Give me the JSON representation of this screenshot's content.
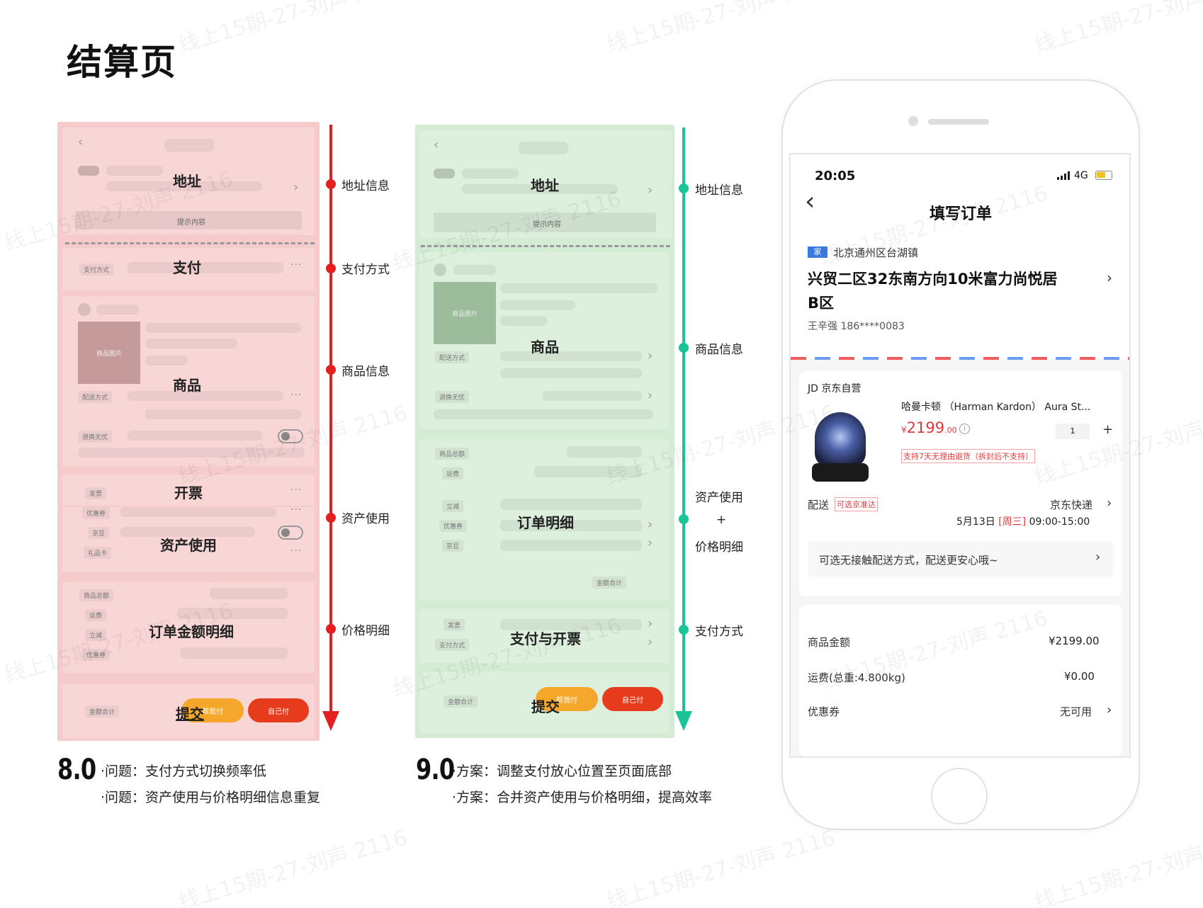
{
  "page_title": "结算页",
  "watermark": "线上15期-27-刘声 2116",
  "v8": {
    "sections": {
      "address": {
        "title": "地址",
        "hint": "提示内容"
      },
      "payment": {
        "title": "支付",
        "label": "支付方式"
      },
      "goods": {
        "title": "商品",
        "image": "商品图片",
        "delivery": "配送方式",
        "return": "退换无忧"
      },
      "invoice": {
        "title": "开票",
        "label": "发票"
      },
      "assets": {
        "title": "资产使用",
        "coupon": "优惠券",
        "jingdou": "京豆",
        "giftcard": "礼品卡"
      },
      "amount": {
        "title": "订单金额明细",
        "total": "商品总额",
        "freight": "运费",
        "reduce": "立减",
        "coupon": "优惠券"
      },
      "submit": {
        "title": "提交",
        "sum": "金额合计",
        "friend_pay": "帮我付",
        "self_pay": "自己付"
      }
    },
    "timeline": [
      "地址信息",
      "支付方式",
      "商品信息",
      "资产使用",
      "价格明细"
    ],
    "version": "8.0",
    "notes": [
      "·问题：支付方式切换频率低",
      "·问题：资产使用与价格明细信息重复"
    ],
    "color": "#e32020"
  },
  "v9": {
    "sections": {
      "address": {
        "title": "地址",
        "hint": "提示内容"
      },
      "goods": {
        "title": "商品",
        "image": "商品图片",
        "delivery": "配送方式",
        "return": "退换无忧"
      },
      "order": {
        "title": "订单明细",
        "total": "商品总额",
        "freight": "运费",
        "reduce": "立减",
        "coupon": "优惠券",
        "jingdou": "京豆",
        "sum": "金额合计"
      },
      "payinv": {
        "title": "支付与开票",
        "invoice": "发票",
        "pay": "支付方式"
      },
      "submit": {
        "title": "提交",
        "sum": "金额合计",
        "friend_pay": "帮我付",
        "self_pay": "自己付"
      }
    },
    "timeline": [
      "地址信息",
      "商品信息",
      "资产使用",
      "+",
      "价格明细",
      "支付方式"
    ],
    "version": "9.0",
    "notes": [
      "·方案：调整支付放心位置至页面底部",
      "·方案：合并资产使用与价格明细，提高效率"
    ],
    "color": "#19c499"
  },
  "phone": {
    "status": {
      "time": "20:05",
      "network": "4G"
    },
    "nav": {
      "back": "‹",
      "title": "填写订单"
    },
    "address": {
      "tag": "家",
      "region": "北京通州区台湖镇",
      "line1": "兴贸二区32东南方向10米富力尚悦居",
      "line2": "B区",
      "contact": "王辛强 186****0083"
    },
    "store": "JD 京东自营",
    "product": {
      "name": "哈曼卡顿 （Harman Kardon） Aura St...",
      "price_symbol": "¥",
      "price_int": "2199",
      "price_dec": ".00",
      "qty": "1",
      "plus": "+",
      "tag": "支持7天无理由退货（拆封后不支持）"
    },
    "delivery": {
      "label": "配送",
      "tag": "可选京准达",
      "carrier": "京东快递",
      "date": "5月13日",
      "weekday": "[周三]",
      "time": "09:00-15:00",
      "notice": "可选无接触配送方式，配送更安心哦~"
    },
    "summary": [
      {
        "label": "商品金额",
        "value": "¥2199.00"
      },
      {
        "label": "运费(总重:4.800kg)",
        "value": "¥0.00"
      },
      {
        "label": "优惠券",
        "value": "无可用"
      }
    ]
  }
}
